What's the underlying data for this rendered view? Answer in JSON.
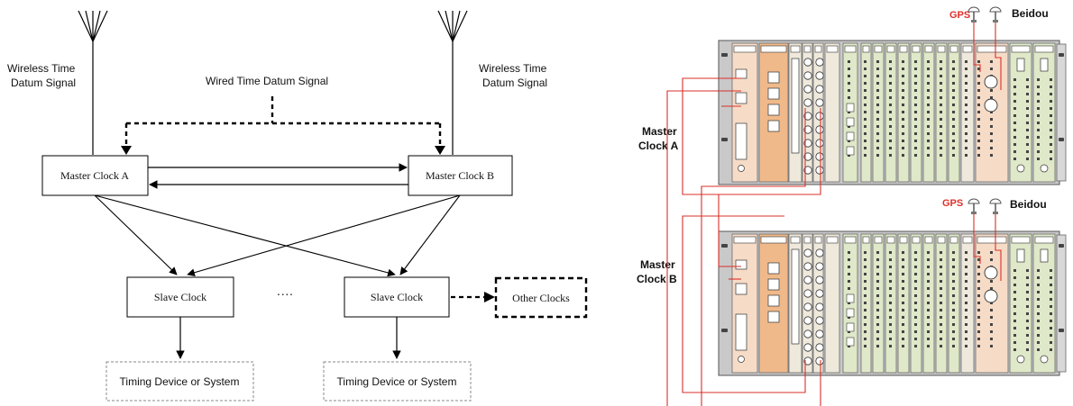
{
  "left_diagram": {
    "wireless_label_left": [
      "Wireless Time",
      "Datum Signal"
    ],
    "wireless_label_right": [
      "Wireless Time",
      "Datum Signal"
    ],
    "wired_label": "Wired Time Datum Signal",
    "master_a": "Master Clock A",
    "master_b": "Master Clock B",
    "slave_1": "Slave Clock",
    "slave_2": "Slave Clock",
    "ellipsis": "····",
    "other_clocks": "Other Clocks",
    "timing_1": "Timing Device or System",
    "timing_2": "Timing Device or System"
  },
  "right_diagram": {
    "gps_label": "GPS",
    "beidou_label": "Beidou",
    "master_a_label": [
      "Master",
      "Clock A"
    ],
    "master_b_label": [
      "Master",
      "Clock B"
    ]
  },
  "colors": {
    "line": "#000000",
    "red_wire": "#d9302a",
    "gps_red": "#e0302a",
    "rack_gray": "#c9c9c9",
    "card_cream": "#efe9dc",
    "card_green": "#dfe8c8",
    "card_orange": "#f0b98a",
    "card_peach": "#f6dcc7"
  }
}
